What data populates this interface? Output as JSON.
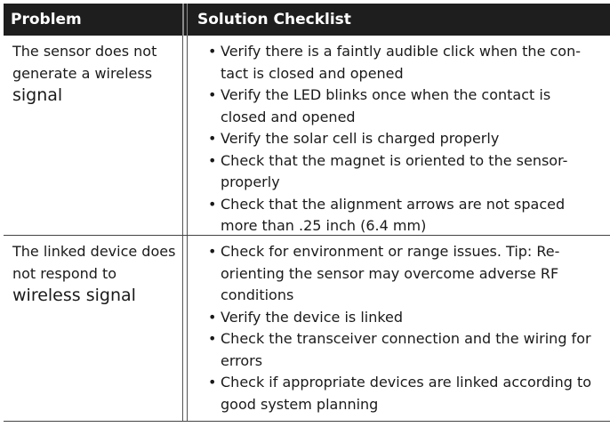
{
  "header": {
    "problem": "Problem",
    "solution": "Solution Checklist"
  },
  "rows": [
    {
      "problem_main": "The sensor does not generate a wireless",
      "problem_emph": "signal",
      "items": [
        "Verify there is a faintly audible click when the con- tact is closed and opened",
        "Verify the LED blinks once when the contact is closed and opened",
        "Verify the solar cell is charged properly",
        "Check that the magnet is oriented to the sensor- properly",
        "Check that the alignment arrows are not spaced more than .25 inch (6.4 mm)"
      ]
    },
    {
      "problem_main": "The linked device does not respond to",
      "problem_emph": "wireless signal",
      "items": [
        "Check for environment or range issues. Tip: Re- orienting the sensor may overcome adverse RF conditions",
        "Verify the device is linked",
        "Check the transceiver connection and the wiring for errors",
        "Check if appropriate devices are linked according to good system planning"
      ]
    }
  ]
}
